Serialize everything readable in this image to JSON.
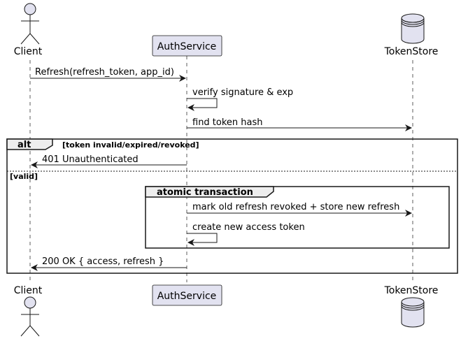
{
  "participants": {
    "client": "Client",
    "auth": "AuthService",
    "store": "TokenStore"
  },
  "messages": {
    "m1": "Refresh(refresh_token, app_id)",
    "m2": "verify signature & exp",
    "m3": "find token hash",
    "m4": "401 Unauthenticated",
    "m5": "mark old refresh revoked + store new refresh",
    "m6": "create new access token",
    "m7": "200 OK { access, refresh }"
  },
  "fragments": {
    "alt_keyword": "alt",
    "alt_guard": "[token invalid/expired/revoked]",
    "else_guard": "[valid]",
    "group_title": "atomic transaction"
  },
  "colors": {
    "participant_fill": "#E2E2F0",
    "participant_border": "#181818",
    "lifeline": "#181818",
    "fragment_header_fill": "#EEEEEE"
  }
}
